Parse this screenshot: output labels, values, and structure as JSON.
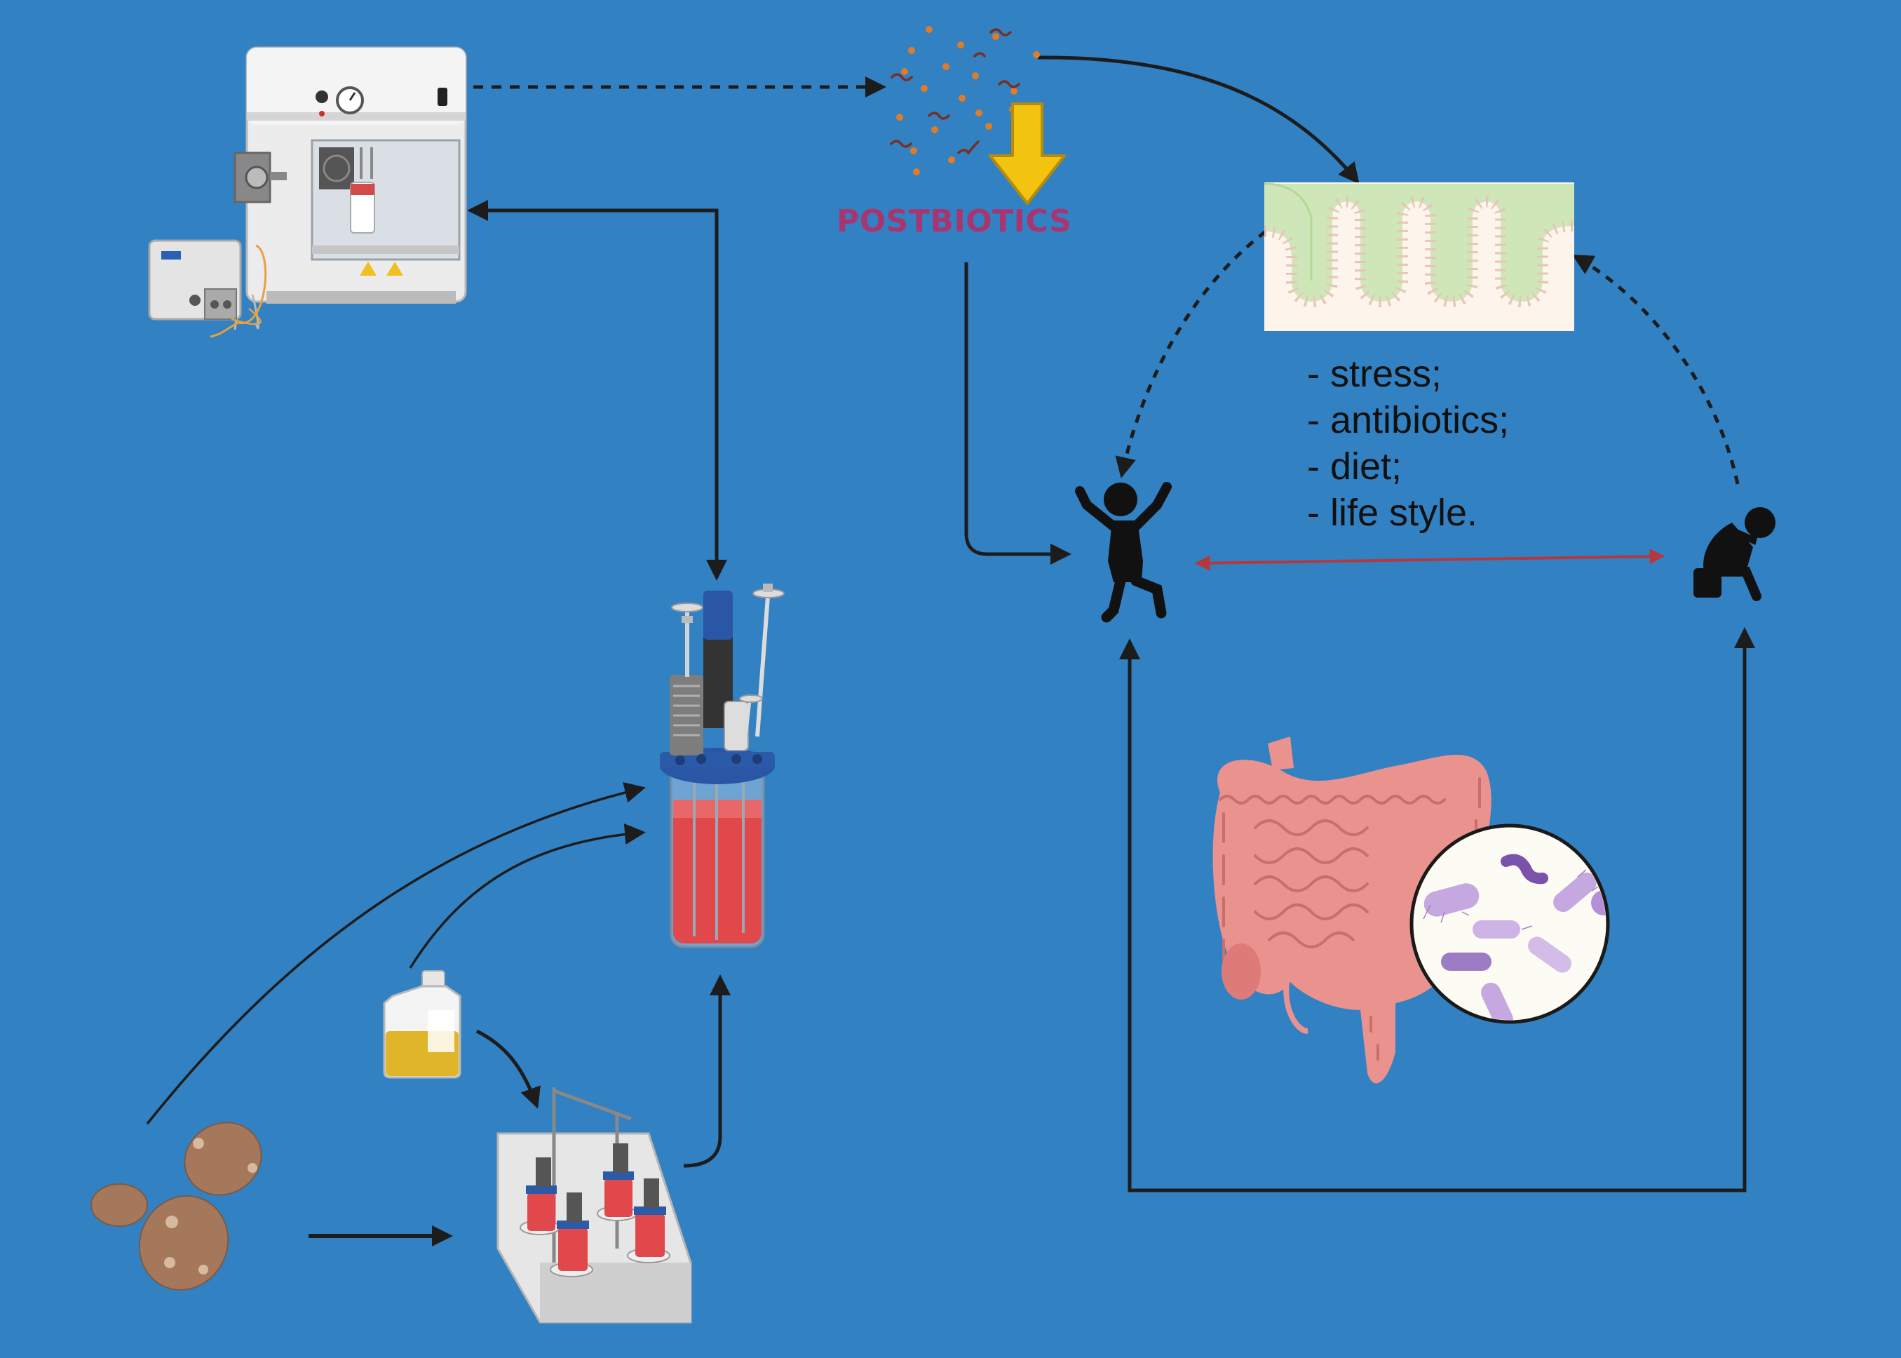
{
  "labels": {
    "postbiotics": "POSTBIOTICS"
  },
  "factors": [
    "- stress;",
    "- antibiotics;",
    "- diet;",
    "- life style."
  ],
  "colors": {
    "background": "#3281c2",
    "postbiotics_text": "#a8356f",
    "arrow": "#1c1c1c",
    "double_arrow": "#b5383e",
    "yellow_arrow": "#f2c40f",
    "reactor_liquid": "#e0484c",
    "intestine": "#e9928e",
    "villi": "#cfe7b8",
    "bacteria": "#b79ad4",
    "potato": "#a5785c"
  },
  "icons": {
    "freeze_dryer": "freeze-dryer-icon",
    "peristaltic_pump": "peristaltic-pump-icon",
    "postbiotic_particles": "particles-icon",
    "intestinal_villi": "villi-icon",
    "happy_person": "happy-person-icon",
    "sad_person": "sad-person-icon",
    "bioreactor": "bioreactor-icon",
    "medium_bottle": "medium-bottle-icon",
    "multi_bioreactor": "multi-bioreactor-icon",
    "potatoes": "potatoes-icon",
    "intestine": "intestine-icon",
    "microbiota": "microbiota-icon"
  }
}
